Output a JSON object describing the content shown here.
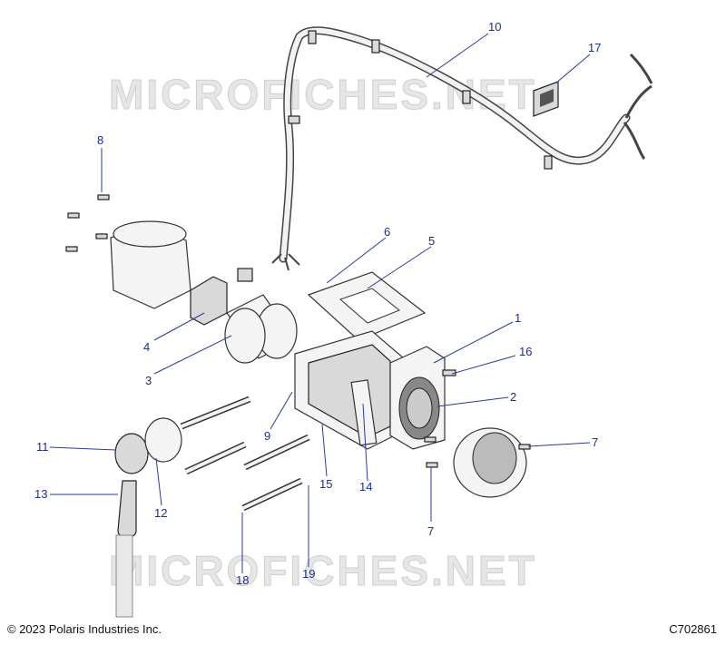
{
  "watermark": "MICROFICHES.NET",
  "footer": {
    "copyright": "© 2023 Polaris Industries Inc.",
    "drawing_id": "C702861"
  },
  "callouts": [
    {
      "id": "1",
      "label": "1"
    },
    {
      "id": "2",
      "label": "2"
    },
    {
      "id": "3",
      "label": "3"
    },
    {
      "id": "4",
      "label": "4"
    },
    {
      "id": "5",
      "label": "5"
    },
    {
      "id": "6",
      "label": "6"
    },
    {
      "id": "7a",
      "label": "7"
    },
    {
      "id": "7b",
      "label": "7"
    },
    {
      "id": "8",
      "label": "8"
    },
    {
      "id": "9",
      "label": "9"
    },
    {
      "id": "10",
      "label": "10"
    },
    {
      "id": "11",
      "label": "11"
    },
    {
      "id": "12",
      "label": "12"
    },
    {
      "id": "13",
      "label": "13"
    },
    {
      "id": "14",
      "label": "14"
    },
    {
      "id": "15",
      "label": "15"
    },
    {
      "id": "16",
      "label": "16"
    },
    {
      "id": "17",
      "label": "17"
    },
    {
      "id": "18",
      "label": "18"
    },
    {
      "id": "19",
      "label": "19"
    }
  ],
  "colors": {
    "callout": "#1b2f8a",
    "line": "#333333"
  }
}
